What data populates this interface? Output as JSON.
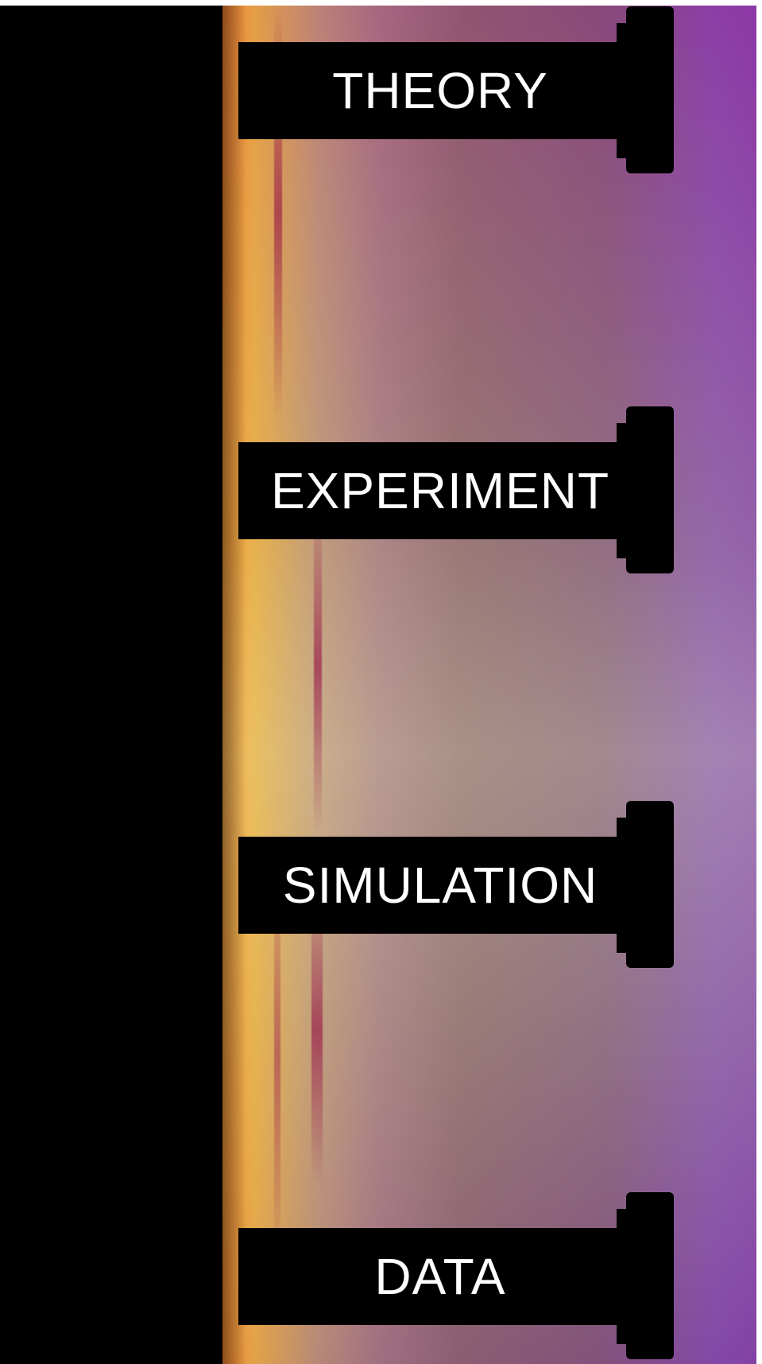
{
  "pillars": [
    {
      "label": "THEORY"
    },
    {
      "label": "EXPERIMENT"
    },
    {
      "label": "SIMULATION"
    },
    {
      "label": "DATA"
    }
  ],
  "colors": {
    "background": "#000000",
    "text": "#ffffff",
    "accent_violet": "#5a1ea0",
    "accent_orange": "#ff7828",
    "accent_yellow": "#ffe050",
    "accent_pink": "#e89ce0"
  }
}
